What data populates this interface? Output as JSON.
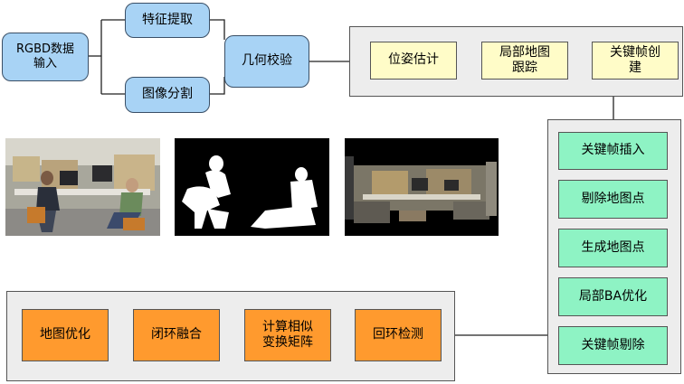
{
  "input_node": "RGBD数据\n输入",
  "feature_node": "特征提取",
  "segment_node": "图像分割",
  "geometry_node": "几何校验",
  "tracking_group": [
    "位姿估计",
    "局部地图\n跟踪",
    "关键帧创\n建"
  ],
  "mapping_group": [
    "关键帧插入",
    "剔除地图点",
    "生成地图点",
    "局部BA优化",
    "关键帧剔除"
  ],
  "loop_group": [
    "地图优化",
    "闭环融合",
    "计算相似\n变换矩阵",
    "回环检测"
  ],
  "colors": {
    "blue": "#a8d3f5",
    "yellow": "#fffcc8",
    "green": "#8ef3c4",
    "orange": "#ff9a2e",
    "group": "#ededed"
  }
}
